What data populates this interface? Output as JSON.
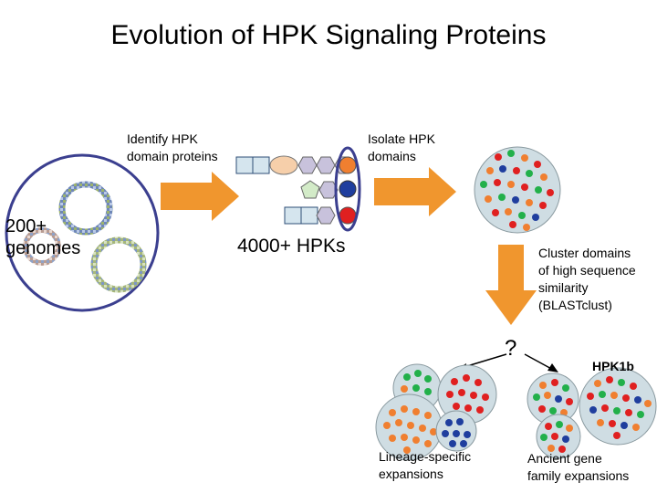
{
  "title": "Evolution of HPK Signaling Proteins",
  "labels": {
    "identify": "Identify HPK\ndomain proteins",
    "isolate": "Isolate HPK\ndomains",
    "genomes": "200+\ngenomes",
    "hpks": "4000+ HPKs",
    "cluster": "Cluster domains\nof high sequence\nsimilarity\n(BLASTclust)",
    "question": "?",
    "hpk1b": "HPK1b",
    "lineage": "Lineage-specific\nexpansions",
    "ancient": "Ancient gene\nfamily expansions"
  },
  "colors": {
    "arrow": "#F0962E",
    "genome_ring": "#3B3F8F",
    "cluster_fill": "#CFDDE3",
    "dot_red": "#E02020",
    "dot_green": "#22B04A",
    "dot_orange": "#F07F30",
    "dot_blue": "#1F3E9E"
  }
}
